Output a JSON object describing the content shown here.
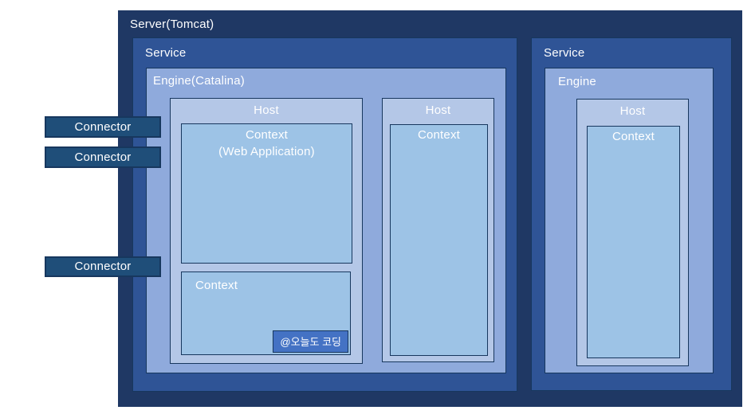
{
  "server": {
    "label": "Server(Tomcat)",
    "services": [
      {
        "label": "Service",
        "engine": {
          "label": "Engine(Catalina)",
          "hosts": [
            {
              "label": "Host",
              "contexts": [
                {
                  "line1": "Context",
                  "line2": "(Web Application)"
                },
                {
                  "line1": "Context"
                }
              ]
            },
            {
              "label": "Host",
              "contexts": [
                {
                  "line1": "Context"
                }
              ]
            }
          ]
        }
      },
      {
        "label": "Service",
        "engine": {
          "label": "Engine",
          "hosts": [
            {
              "label": "Host",
              "contexts": [
                {
                  "line1": "Context"
                }
              ]
            }
          ]
        }
      }
    ]
  },
  "connectors": [
    {
      "label": "Connector"
    },
    {
      "label": "Connector"
    },
    {
      "label": "Connector"
    }
  ],
  "badge": {
    "label": "@오늘도 코딩"
  },
  "colors": {
    "server": "#1f3864",
    "service": "#2f5496",
    "engine": "#8faadc",
    "host": "#b4c7e7",
    "context": "#9dc3e6",
    "connector": "#1f4e79",
    "badge": "#4472c4",
    "border": "#17375e",
    "text": "#ffffff"
  }
}
